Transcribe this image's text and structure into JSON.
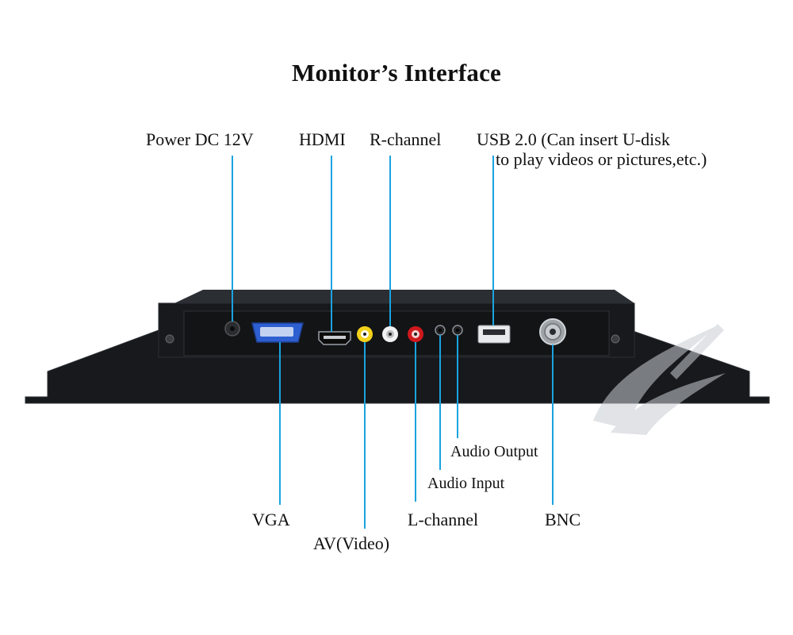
{
  "title": "Monitor’s Interface",
  "colors": {
    "leader": "#1aa3e0",
    "chassis": "#17191c",
    "chassis_edge": "#2b2e33",
    "panel": "#121416",
    "vga_blue": "#2d5fd0",
    "av_yellow": "#f3d21b",
    "r_red": "#d0191d",
    "white": "#f2f2f2",
    "watermark": "#c9cdd3"
  },
  "ports": {
    "power_dc": {
      "label": "Power DC 12V",
      "icon": "dc-jack-icon"
    },
    "hdmi": {
      "label": "HDMI",
      "icon": "hdmi-port-icon"
    },
    "r_channel": {
      "label": "R-channel",
      "icon": "rca-white-icon"
    },
    "usb": {
      "label_line1": "USB 2.0 (Can insert U-disk",
      "label_line2": "to play videos or pictures,etc.)",
      "icon": "usb-port-icon"
    },
    "vga": {
      "label": "VGA",
      "icon": "vga-port-icon"
    },
    "av_video": {
      "label": "AV(Video)",
      "icon": "rca-yellow-icon"
    },
    "l_channel": {
      "label": "L-channel",
      "icon": "rca-red-icon"
    },
    "audio_input": {
      "label": "Audio Input",
      "icon": "audio-jack-icon"
    },
    "audio_output": {
      "label": "Audio Output",
      "icon": "audio-jack-icon"
    },
    "bnc": {
      "label": "BNC",
      "icon": "bnc-connector-icon"
    }
  },
  "watermark": {
    "icon": "brand-logo-icon"
  }
}
